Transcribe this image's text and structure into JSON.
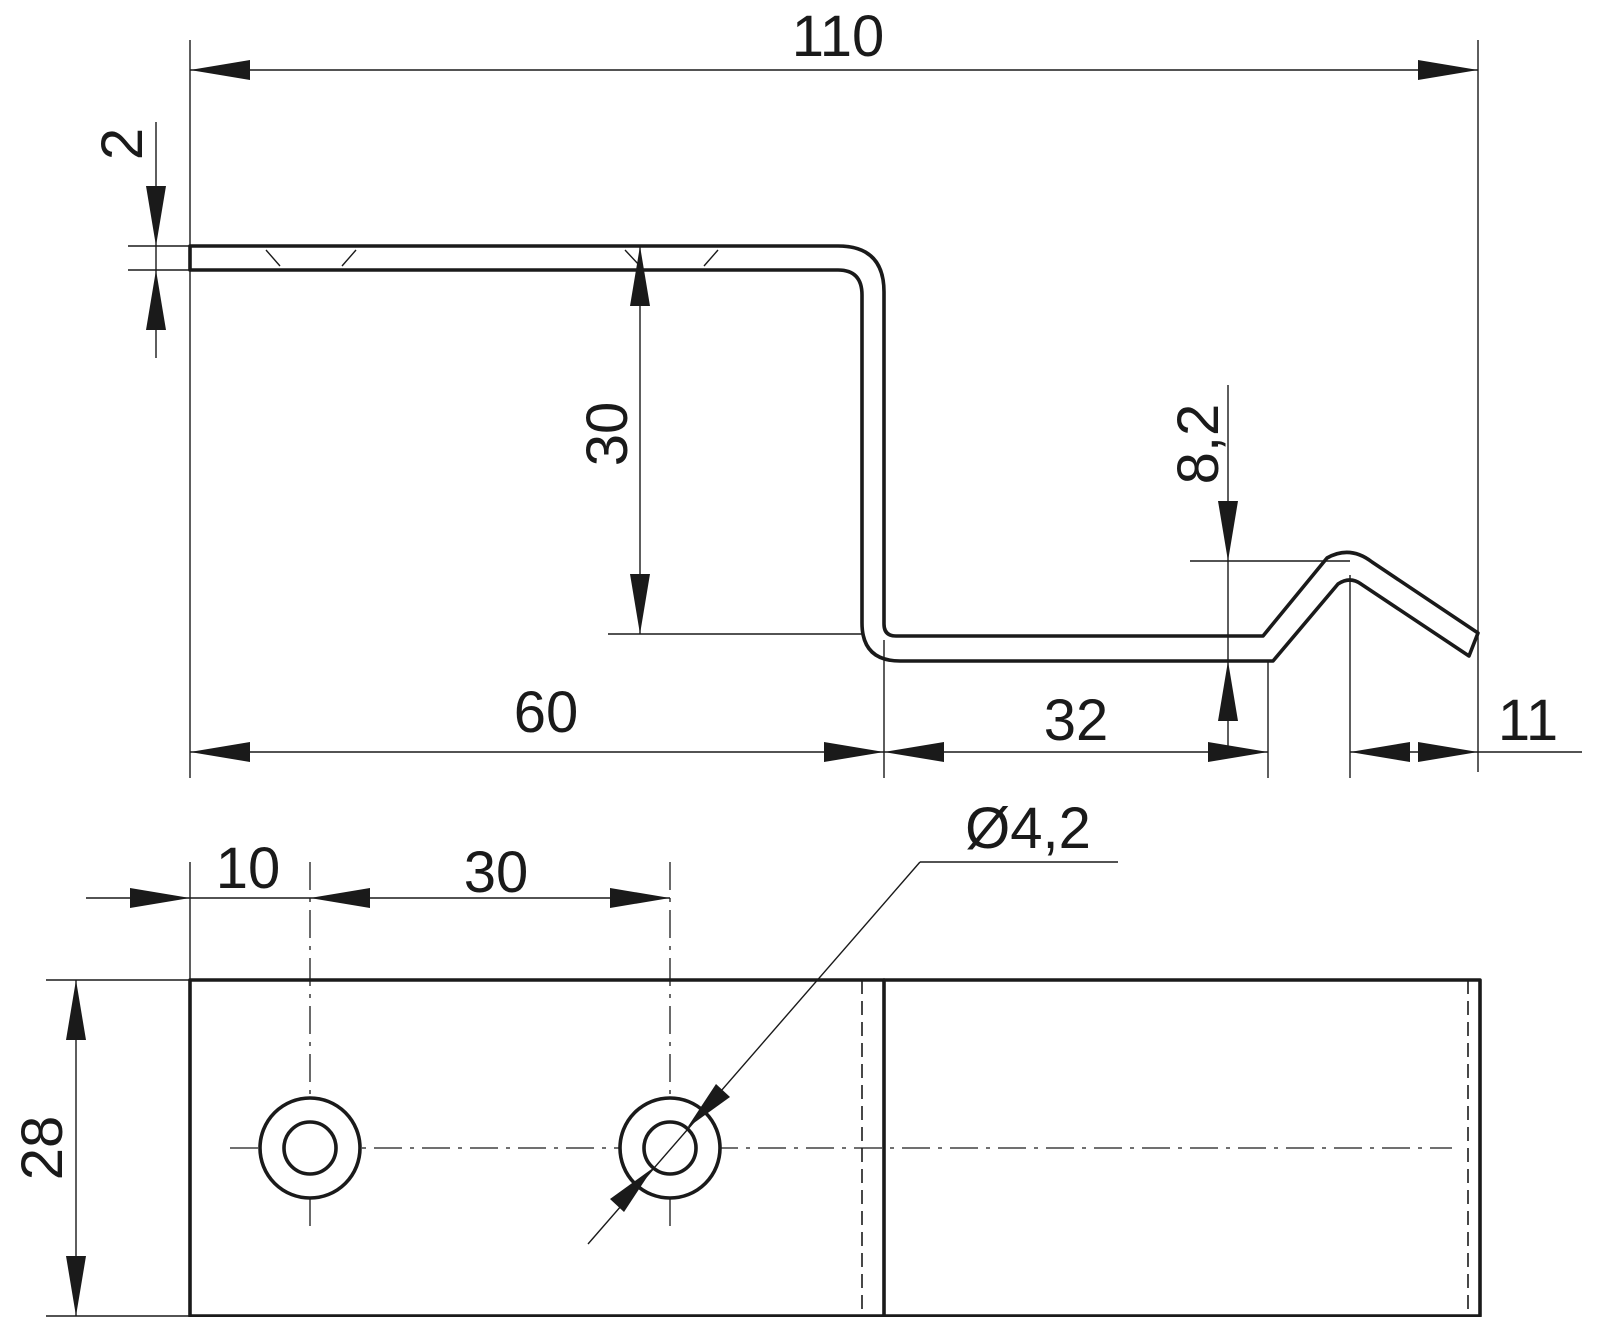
{
  "dimensions": {
    "overall_length": "110",
    "thickness": "2",
    "step_height": "30",
    "hook_height": "8,2",
    "upper_length": "60",
    "lower_length": "32",
    "hook_tail": "11",
    "hole_offset": "10",
    "hole_spacing": "30",
    "hole_diameter": "Ø4,2",
    "width": "28"
  }
}
